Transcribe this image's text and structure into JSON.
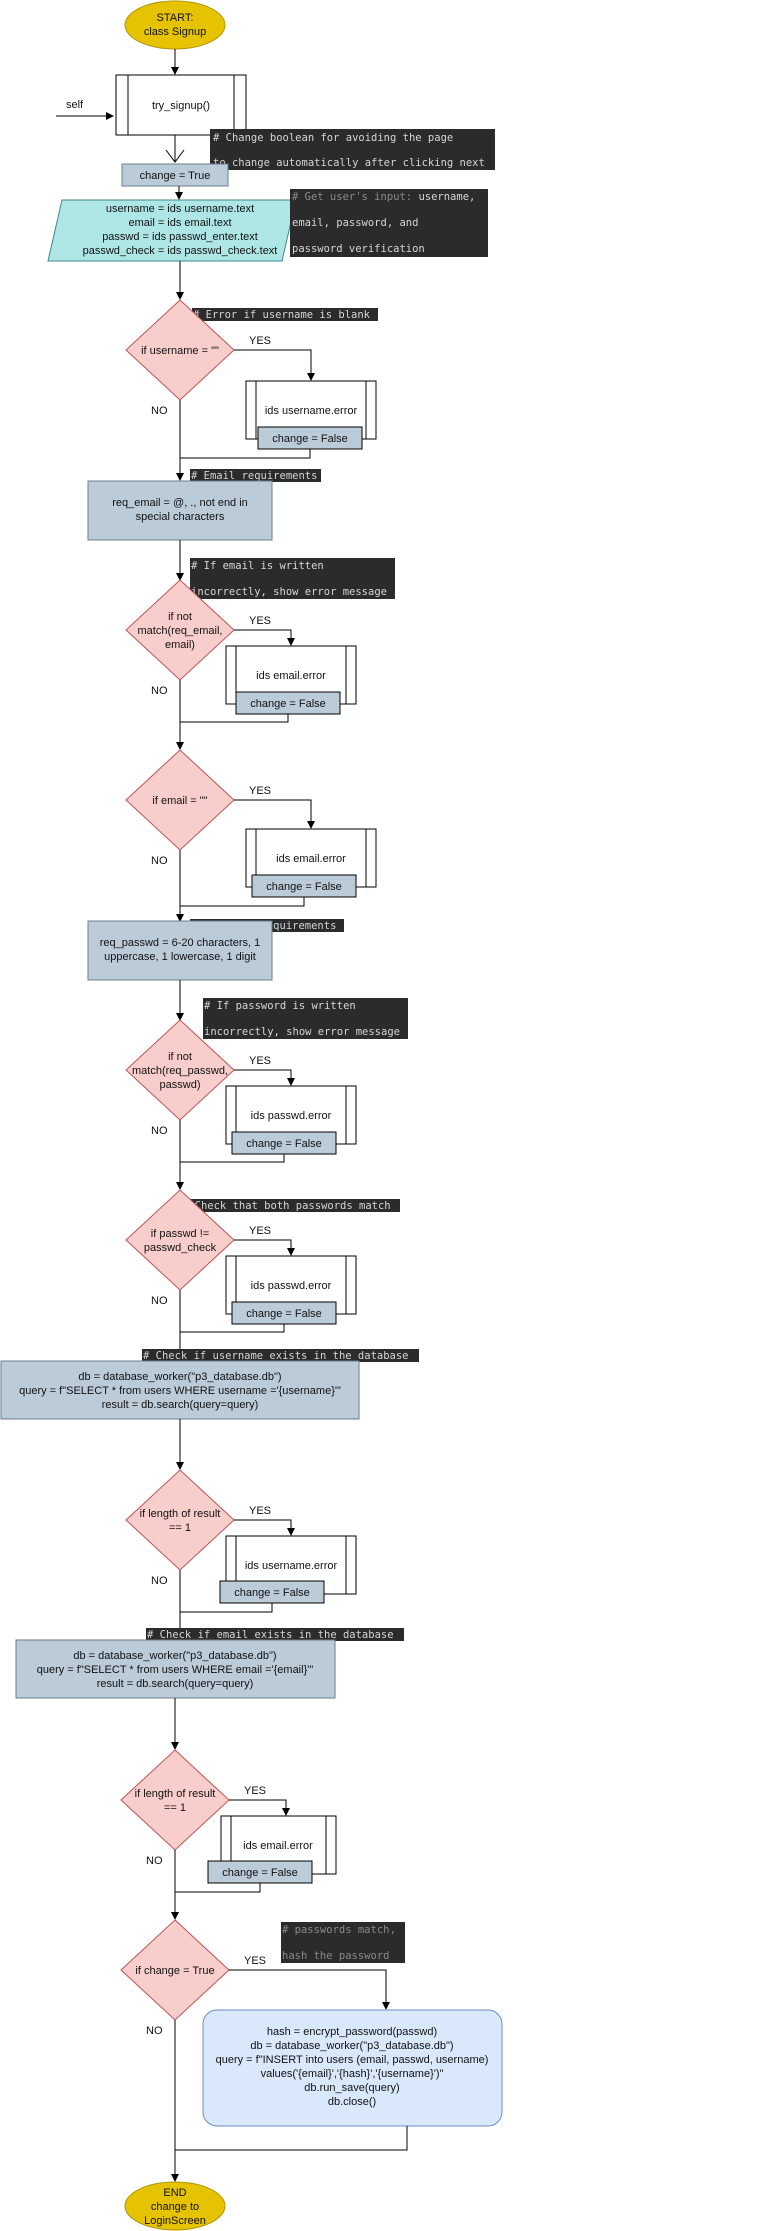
{
  "colors": {
    "terminal": "#e6c300",
    "process": "#bccbd8",
    "decision": "#f8cecc",
    "decision_stroke": "#b85450",
    "input": "#aee6e6",
    "final_process": "#dae8fc",
    "final_stroke": "#6c8ebf",
    "comment_bg": "#2b2b2b",
    "comment_text": "#d6d6d6",
    "comment_dim": "#8a8a8a"
  },
  "start": {
    "line1": "START:",
    "line2": "class Signup"
  },
  "self_label": "self",
  "try_signup": "try_signup()",
  "change_true": "change = True",
  "comments": {
    "c1_line1": "# Change boolean for avoiding the page",
    "c1_line2": "to change automatically after clicking next",
    "c2_line1_dim": "# Get user's input: ",
    "c2_line1": "username,",
    "c2_line2": "email, password, and",
    "c2_line3": "password verification",
    "c3": "# Error if username is blank",
    "c4": "# Email requirements",
    "c5_line1": "# If email is written",
    "c5_line2": "incorrectly, show error message",
    "c6": "# Password requirements",
    "c7_line1": "# If password is written",
    "c7_line2": "incorrectly, show error message",
    "c8": "# Check that both passwords match",
    "c9": "# Check if username exists in the database",
    "c10": "# Check if email exists in the database",
    "c11_line1": "# passwords match,",
    "c11_line2": "hash the password"
  },
  "input_box": {
    "l1": "username = ids username.text",
    "l2": "email = ids email.text",
    "l3": "passwd = ids passwd_enter.text",
    "l4": "passwd_check = ids passwd_check.text"
  },
  "decisions": {
    "d1": "if username = \"\"",
    "d2_l1": "if not",
    "d2_l2": "match(req_email,",
    "d2_l3": "email)",
    "d3": "if email = \"\"",
    "d4_l1": "if not",
    "d4_l2": "match(req_passwd,",
    "d4_l3": "passwd)",
    "d5_l1": "if passwd !=",
    "d5_l2": "passwd_check",
    "d6_l1": "if length of result",
    "d6_l2": "== 1",
    "d7_l1": "if length of result",
    "d7_l2": "== 1",
    "d8": "if change = True"
  },
  "yes": "YES",
  "no": "NO",
  "errors": {
    "username_error": "ids username.error",
    "email_error": "ids email.error",
    "passwd_error": "ids passwd.error"
  },
  "change_false": "change = False",
  "req_email": {
    "l1": "req_email = @, ., not end in",
    "l2": "special characters"
  },
  "req_passwd": {
    "l1": "req_passwd = 6-20 characters, 1",
    "l2": "uppercase, 1 lowercase, 1 digit"
  },
  "db_user": {
    "l1": "db = database_worker(\"p3_database.db\")",
    "l2": "query = f\"SELECT * from users WHERE username ='{username}'\"",
    "l3": "result = db.search(query=query)"
  },
  "db_email": {
    "l1": "db = database_worker(\"p3_database.db\")",
    "l2": "query = f\"SELECT * from users WHERE email ='{email}'\"",
    "l3": "result = db.search(query=query)"
  },
  "final": {
    "l1": "hash = encrypt_password(passwd)",
    "l2": "db = database_worker(\"p3_database.db\")",
    "l3": "query = f\"INSERT into users (email, passwd, username)",
    "l4": "values('{email}','{hash}','{username}')\"",
    "l5": "db.run_save(query)",
    "l6": "db.close()"
  },
  "end": {
    "l1": "END",
    "l2": "change to",
    "l3": "LoginScreen"
  }
}
